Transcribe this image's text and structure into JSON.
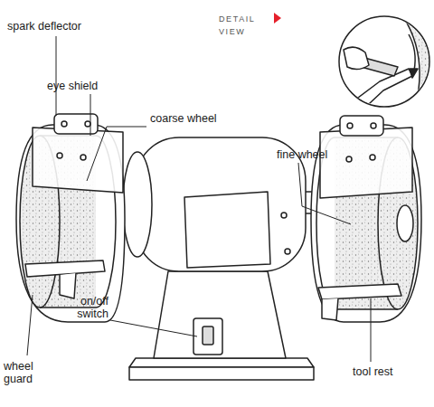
{
  "diagram": {
    "labels": [
      "DETAIL VIEW",
      "spark deflector",
      "eye shield",
      "coarse wheel",
      "fine wheel",
      "on/off switch",
      "wheel guard",
      "tool rest"
    ]
  }
}
